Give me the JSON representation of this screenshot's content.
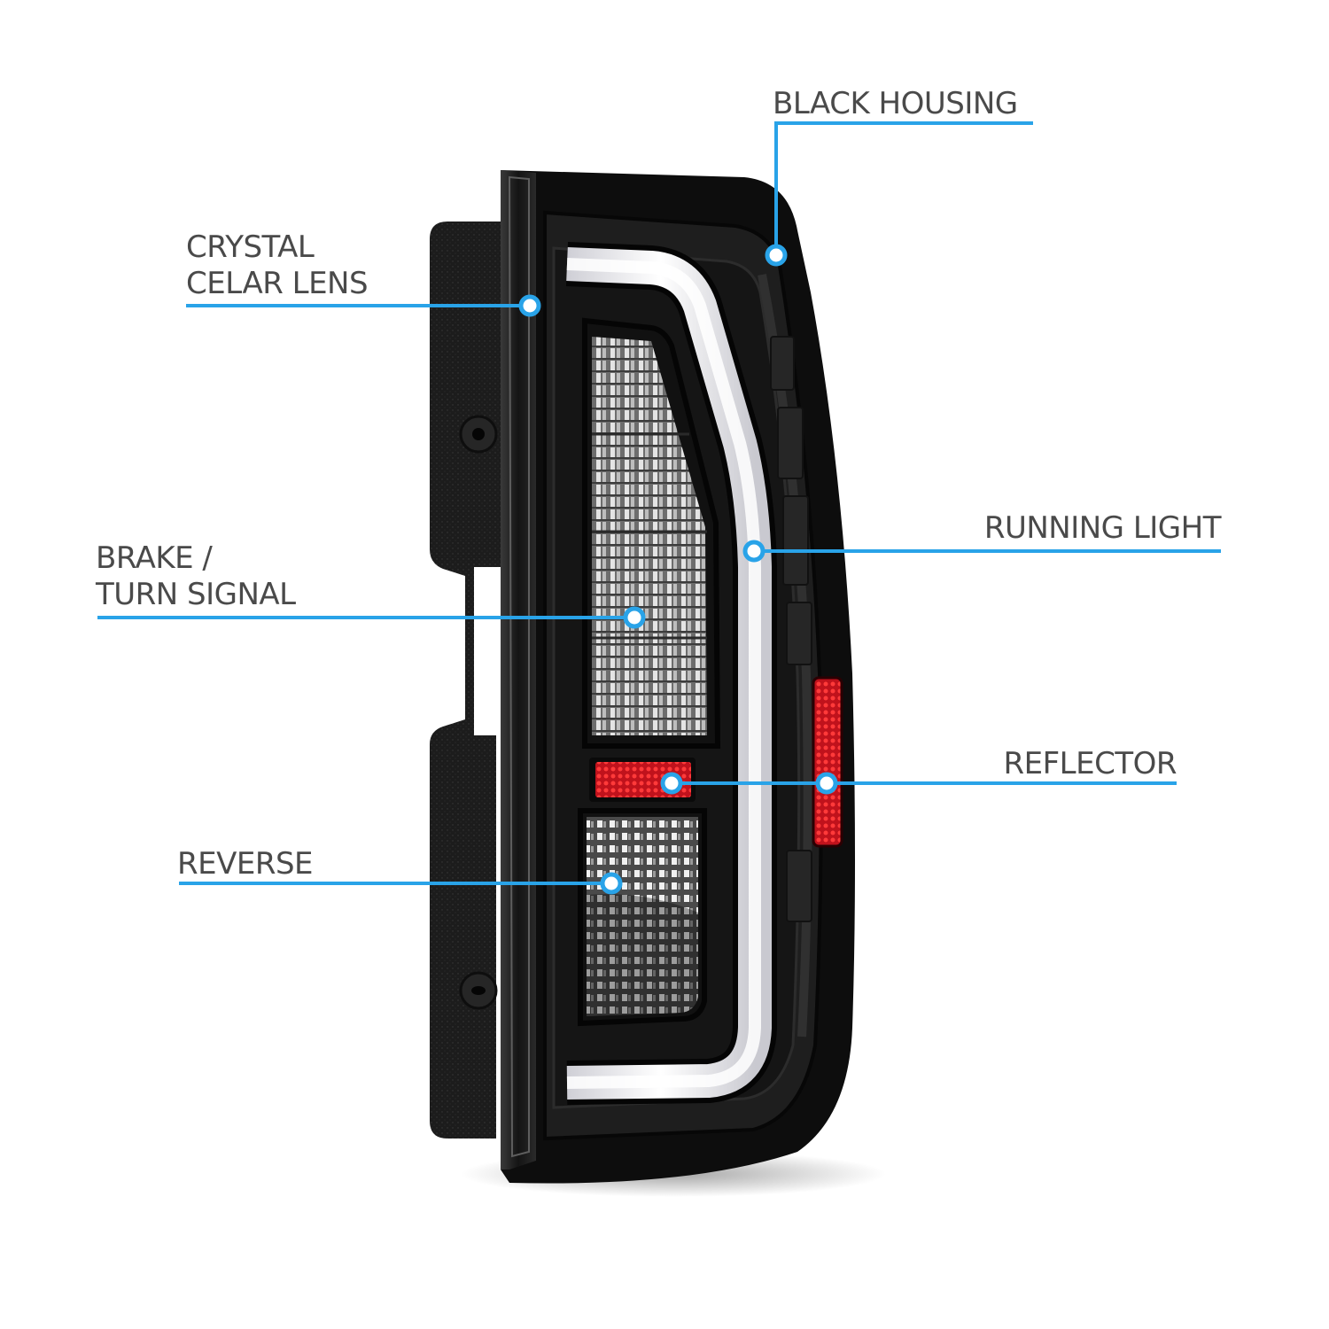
{
  "diagram": {
    "subject": "LED tail light with light bar",
    "accent_color": "#29a3e8",
    "label_color": "#4a4a4a",
    "callouts": [
      {
        "id": "black-housing",
        "lines": [
          "BLACK HOUSING"
        ]
      },
      {
        "id": "crystal-clear-lens",
        "lines": [
          "CRYSTAL",
          "CELAR LENS"
        ]
      },
      {
        "id": "brake-turn-signal",
        "lines": [
          "BRAKE /",
          "TURN SIGNAL"
        ]
      },
      {
        "id": "running-light",
        "lines": [
          "RUNNING LIGHT"
        ]
      },
      {
        "id": "reflector",
        "lines": [
          "REFLECTOR"
        ]
      },
      {
        "id": "reverse",
        "lines": [
          "REVERSE"
        ]
      }
    ]
  }
}
